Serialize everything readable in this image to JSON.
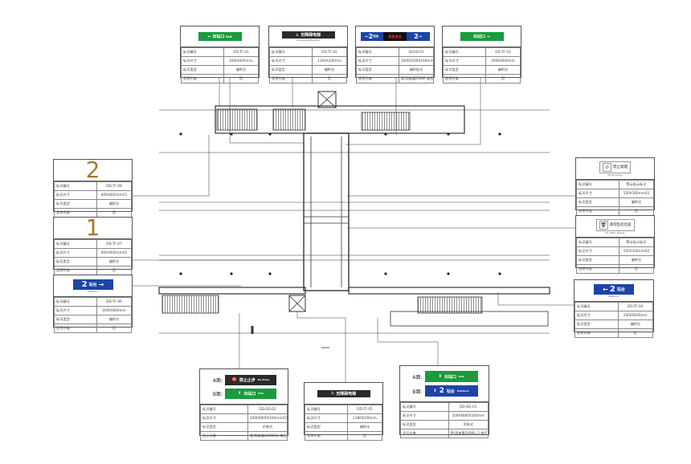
{
  "labels": {
    "code": "标识编号",
    "size": "标识尺寸",
    "type": "标识类型",
    "light": "显示光电"
  },
  "cards": {
    "c1": {
      "sign": {
        "text": "出站口",
        "sub": "Exit",
        "arrow": "←"
      },
      "code": "DD-TF-01",
      "size": "2000X600mm",
      "type": "偏附光",
      "light": "否"
    },
    "c2": {
      "sign": {
        "text": "无障碍电梯",
        "sub": "Accessible Elevator"
      },
      "code": "DD-TF-02",
      "size": "1300X200mm",
      "type": "偏附光",
      "light": "否"
    },
    "c3": {
      "sign": {
        "left": "2",
        "left_sub": "站台",
        "mid": "紧急电话",
        "right": "2"
      },
      "code": "DJ-DD-01",
      "size": "1600X500X160mmX2",
      "type": "偏附挂式",
      "light": "是/用电量230W 电压220V"
    },
    "c4": {
      "sign": {
        "text": "出站口",
        "arrow": "→"
      },
      "code": "DD-TF-03",
      "size": "2000X600mm",
      "type": "偏附光",
      "light": "否"
    },
    "c5": {
      "num": "2",
      "code": "DD-TF-08",
      "size": "600X600mmX2",
      "type": "偏附光",
      "light": "否"
    },
    "c6": {
      "num": "1",
      "code": "DD-TF-07",
      "size": "600X600mmX2",
      "type": "偏附光",
      "light": "否"
    },
    "c7": {
      "sign": {
        "num": "2",
        "text": "站台",
        "sub": "Platform",
        "arrow": "→"
      },
      "code": "DD-TF-06",
      "size": "2000X600mm",
      "type": "偏附光",
      "light": "否"
    },
    "c8": {
      "sign": {
        "text": "禁止吸烟",
        "sub": "No Smoking"
      },
      "code": "警示贴示标识",
      "size": "550X160mmX2",
      "type": "偏附光",
      "light": "否"
    },
    "c9": {
      "sign": {
        "text": "请勿乱扔垃圾",
        "sub": "No Litter Please"
      },
      "code": "警示贴示标识",
      "size": "550X160mmX2",
      "type": "偏附光",
      "light": "否"
    },
    "c10": {
      "sign": {
        "num": "2",
        "text": "站台",
        "sub": "Platform",
        "arrow": "←"
      },
      "code": "DD-TF-04",
      "size": "2000X600mm",
      "type": "偏附光",
      "light": "否"
    },
    "c11": {
      "a_label": "A面:",
      "b_label": "B面:",
      "a_sign": {
        "text": "禁止止步",
        "sub": "No Entry"
      },
      "b_sign": {
        "text": "出站口",
        "sub": "Exit"
      },
      "code": "DD-DG-02",
      "size": "2000X800X160mmX2",
      "type": "吊装式",
      "light": "是/用电量240WX2 电压220V"
    },
    "c12": {
      "sign": {
        "text": "无障碍电梯"
      },
      "code": "DD-TF-05",
      "size": "1380X200mm",
      "type": "偏附光",
      "light": "否"
    },
    "c13": {
      "a_label": "A面:",
      "b_label": "B面:",
      "a_sign": {
        "text": "出站口",
        "sub": "Exit"
      },
      "b_sign": {
        "num": "2",
        "text": "站台",
        "sub": "Platform"
      },
      "code": "DD-DG-01",
      "size": "2000X800X160mm",
      "type": "吊装式",
      "light": "是/用电量240W=2 电压220V"
    }
  },
  "colors": {
    "green": "#1a9b3c",
    "blue": "#1d44a6",
    "black": "#2a2a2a",
    "number": "#a87a2a"
  }
}
